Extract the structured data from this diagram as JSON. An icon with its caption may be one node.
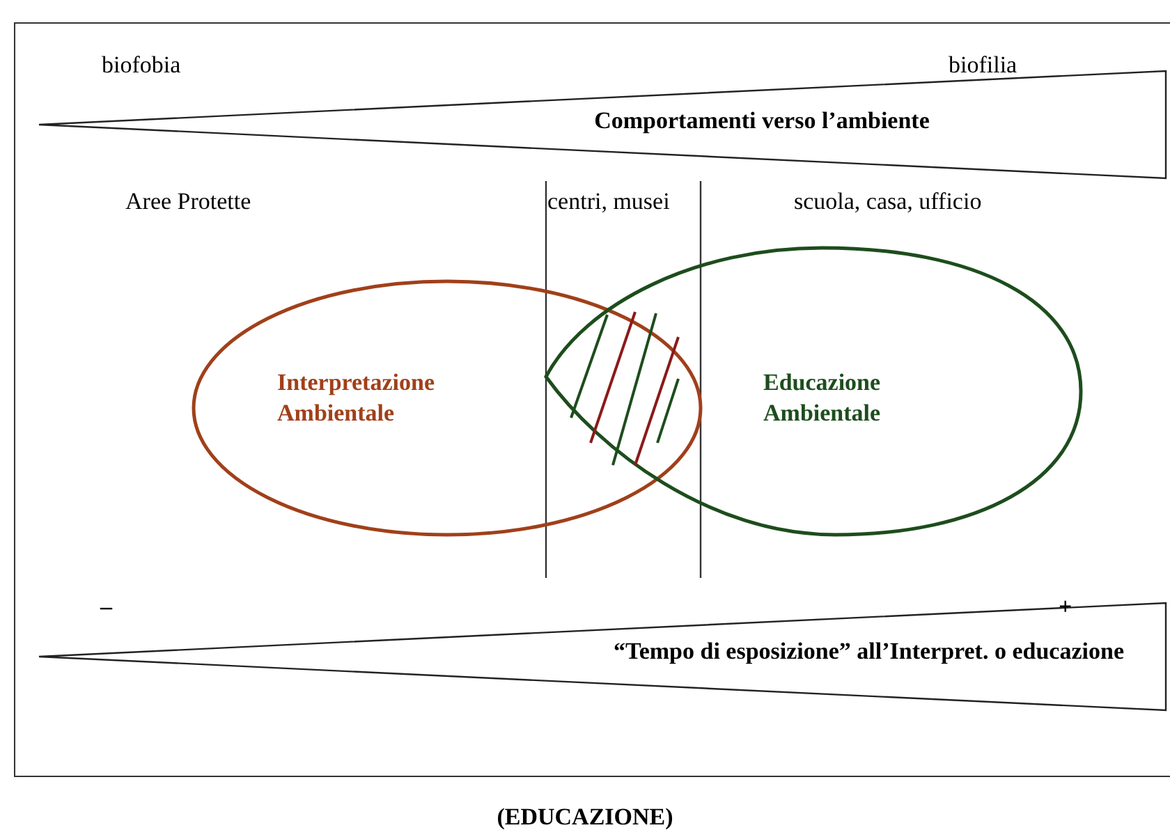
{
  "diagram": {
    "caption": "(EDUCAZIONE)",
    "nodes": [
      {
        "text": [
          "Comportamenti verso l’ambiente"
        ]
      },
      {
        "text": [
          "Interpretazione Ambientale"
        ]
      },
      {
        "text": [
          "Educazione Ambientale"
        ]
      },
      {
        "text": [
          "“Tempo di esposizione” all’Interpret. o educazione"
        ]
      }
    ],
    "labels": [
      "biofobia",
      "biofilia",
      "Aree Protette",
      "centri, musei",
      "scuola, casa, ufficio",
      "–",
      "+"
    ]
  }
}
